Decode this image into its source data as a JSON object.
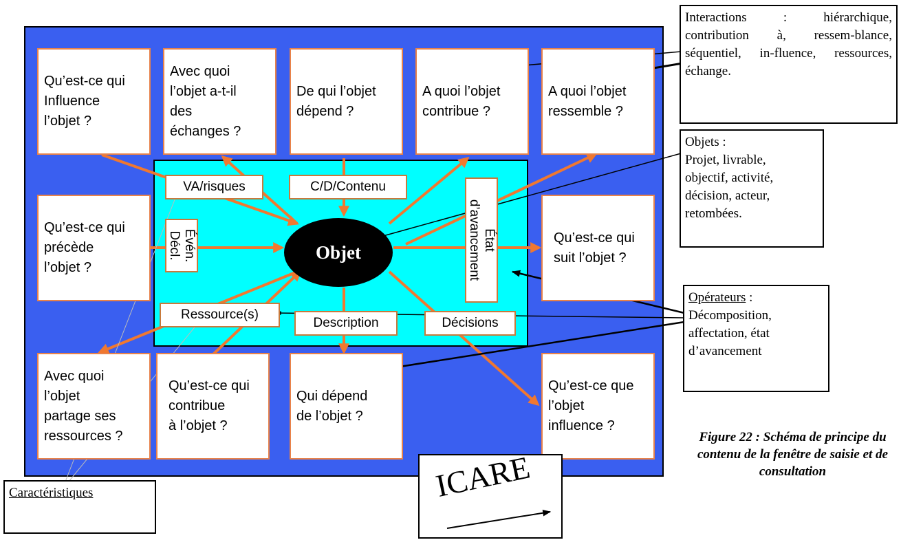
{
  "questions": {
    "q1": "Qu’est-ce qui\nInfluence\nl’objet ?",
    "q2": "Avec quoi\nl’objet a-t-il\ndes\néchanges ?",
    "q3": "De qui l’objet\ndépend ?",
    "q4": "A quoi l’objet\ncontribue ?",
    "q5": "A quoi l’objet\nressemble ?",
    "q6": "Qu’est-ce qui\nprécède\nl’objet ?",
    "q7": "Qu’est-ce qui\nsuit l’objet ?",
    "q8": "Avec quoi\nl’objet\npartage ses\nressources ?",
    "q9": "Qu’est-ce qui\ncontribue\nà l’objet ?",
    "q10": "Qui dépend\nde l’objet ?",
    "q11": "Qu’est-ce que\nl’objet\ninfluence ?"
  },
  "labels": {
    "va_risques": "VA/risques",
    "cd_contenu": "C/D/Contenu",
    "etat": "État\nd’avancement",
    "even": "Évén.\nDécl.",
    "ressources": "Ressource(s)",
    "description": "Description",
    "decisions": "Décisions"
  },
  "center": "Objet",
  "notes": {
    "interactions": "Interactions : hiérarchique, contribution à, ressem-blance, séquentiel, in-fluence, ressources, échange.",
    "objets": "Objets :\nProjet, livrable,\nobjectif, activité,\ndécision, acteur,\nretombées.",
    "operateurs_title": "Opérateurs",
    "operateurs_rest": " :\nDécomposition,\naffectation, état\nd’avancement",
    "caracteristiques": "Caractéristiques"
  },
  "logo": "ICARE",
  "caption": "Figure 22 : Schéma de principe du contenu de la fenêtre de saisie et de consultation",
  "colors": {
    "panel": "#3a5ff0",
    "inner": "#00ffff",
    "arrow": "#f07830",
    "box_border": "#e8824a"
  }
}
